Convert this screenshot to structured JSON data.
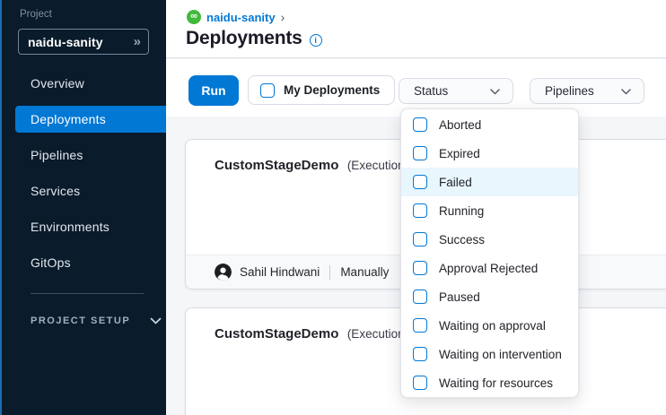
{
  "sidebar": {
    "project_label": "Project",
    "project_name": "naidu-sanity",
    "items": [
      {
        "label": "Overview"
      },
      {
        "label": "Deployments",
        "active": true
      },
      {
        "label": "Pipelines"
      },
      {
        "label": "Services"
      },
      {
        "label": "Environments"
      },
      {
        "label": "GitOps"
      }
    ],
    "project_setup_label": "PROJECT SETUP"
  },
  "header": {
    "breadcrumb_project": "naidu-sanity",
    "title": "Deployments"
  },
  "toolbar": {
    "run_label": "Run",
    "my_deployments_label": "My Deployments",
    "status_placeholder": "Status",
    "pipelines_placeholder": "Pipelines"
  },
  "status_menu": {
    "items": [
      "Aborted",
      "Expired",
      "Failed",
      "Running",
      "Success",
      "Approval Rejected",
      "Paused",
      "Waiting on approval",
      "Waiting on intervention",
      "Waiting for resources"
    ],
    "highlighted_item": "Failed"
  },
  "deployments": [
    {
      "pipeline_name": "CustomStageDemo",
      "execution_label": "(Execution Id",
      "triggered_by": "Sahil Hindwani",
      "trigger_type": "Manually"
    },
    {
      "pipeline_name": "CustomStageDemo",
      "execution_label": "(Execution Id"
    }
  ],
  "icons": {
    "module_glyph": "∞",
    "breadcrumb_chevron": "›",
    "info_glyph": "i",
    "project_expand_glyph": "»"
  },
  "colors": {
    "primary_blue": "#0278d5",
    "sidebar_bg": "#0a1b2b",
    "module_green": "#42ba3b",
    "menu_highlight": "#e8f6fe",
    "page_bg": "#f4f6f8"
  }
}
